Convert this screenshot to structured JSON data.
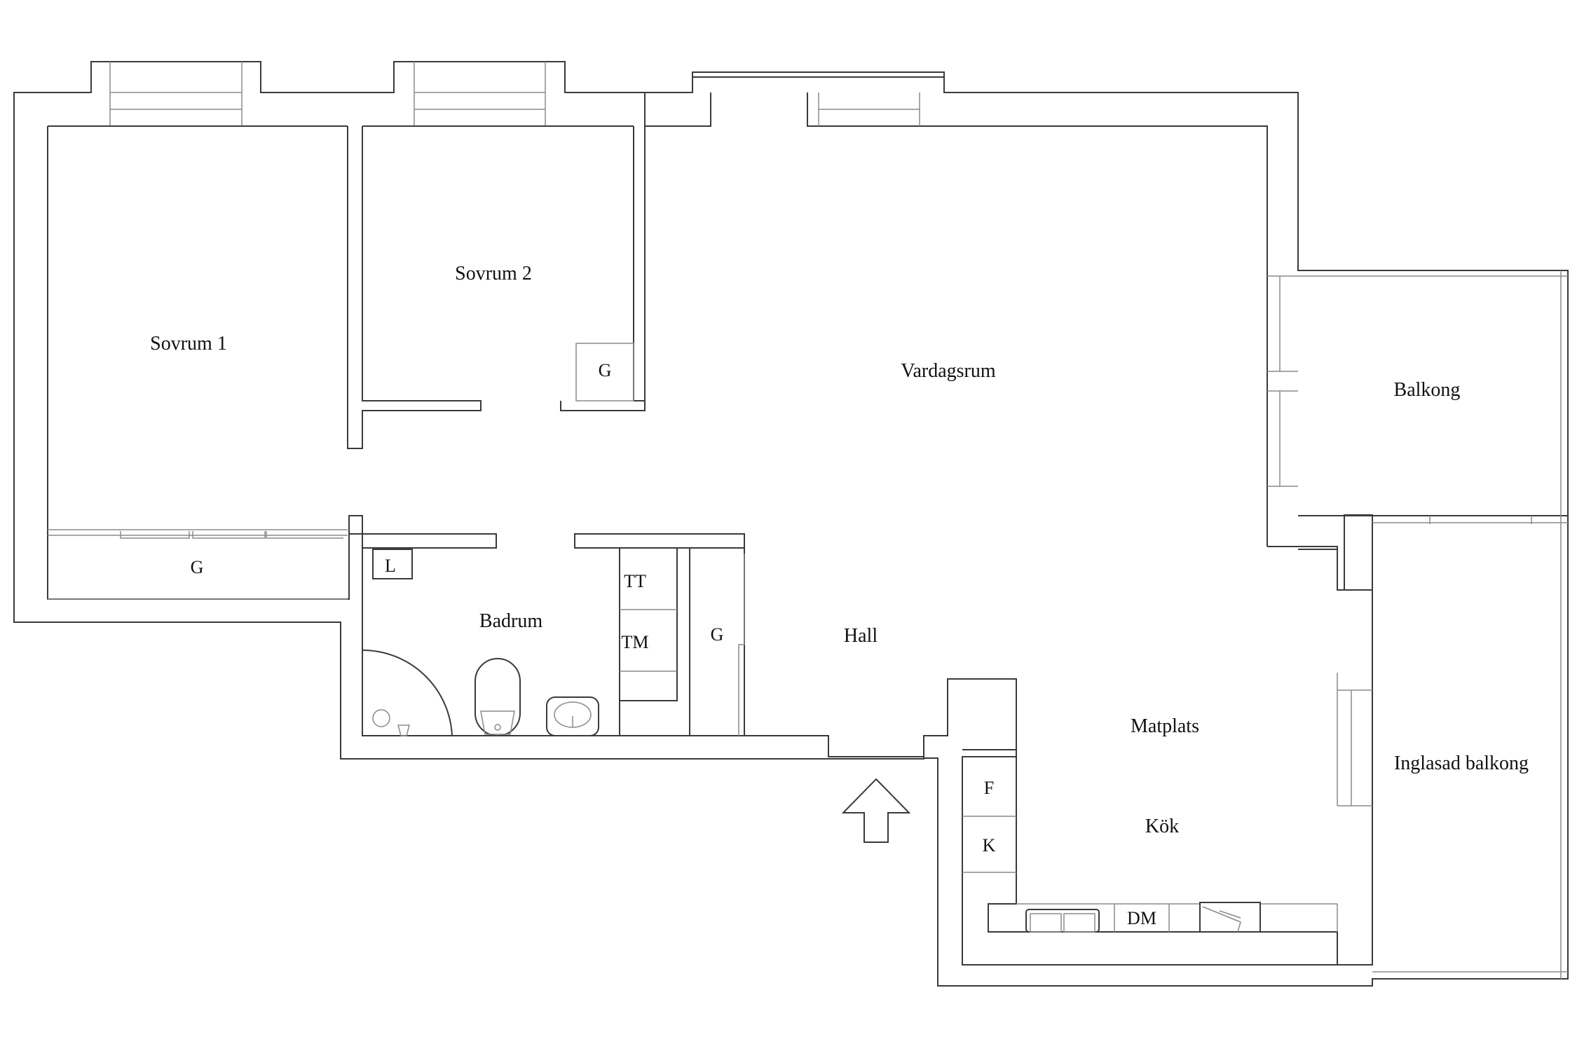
{
  "rooms": {
    "sovrum1": "Sovrum 1",
    "sovrum2": "Sovrum 2",
    "vardagsrum": "Vardagsrum",
    "balkong": "Balkong",
    "badrum": "Badrum",
    "hall": "Hall",
    "matplats": "Matplats",
    "kok": "Kök",
    "inglasad_balkong": "Inglasad balkong"
  },
  "fixtures": {
    "g_sovrum2": "G",
    "g_sovrum1": "G",
    "g_hall": "G",
    "l": "L",
    "tt": "TT",
    "tm": "TM",
    "f": "F",
    "k": "K",
    "dm": "DM"
  },
  "colors": {
    "wall": "#3a3a3a",
    "background": "#ffffff",
    "text": "#111111"
  }
}
